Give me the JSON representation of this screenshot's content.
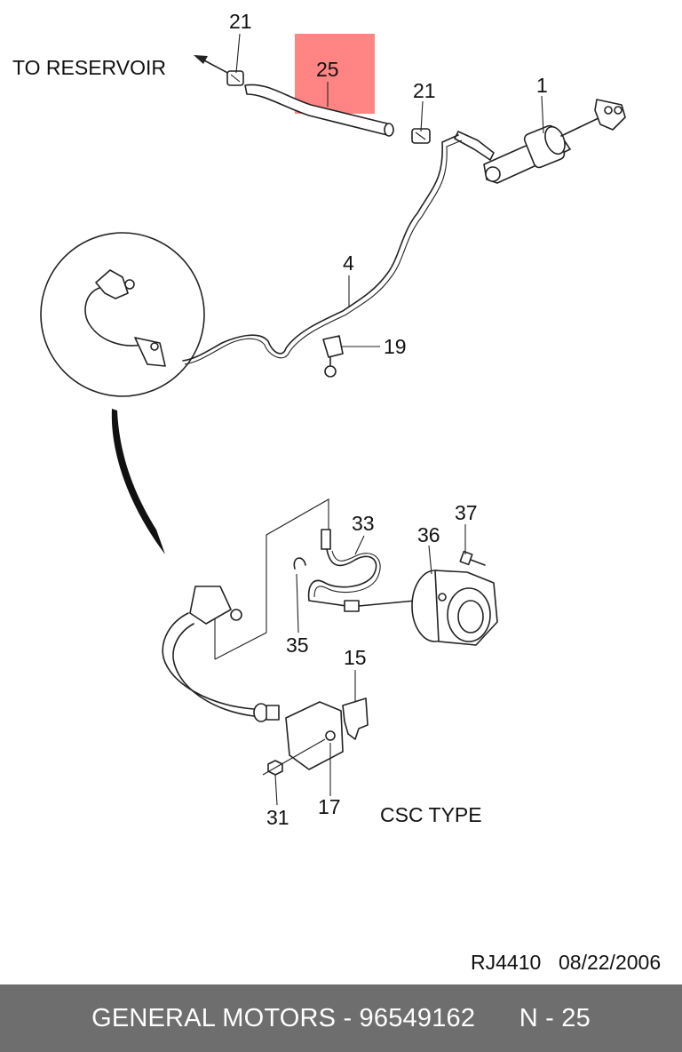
{
  "diagram": {
    "direction_note": "TO RESERVOIR",
    "type_note": "CSC TYPE",
    "drawing_code": "RJ4410",
    "drawing_date": "08/22/2006",
    "highlight_color": "#ff8585",
    "callouts": {
      "c1": "1",
      "c4": "4",
      "c15": "15",
      "c17": "17",
      "c19": "19",
      "c21a": "21",
      "c21b": "21",
      "c25": "25",
      "c31": "31",
      "c33": "33",
      "c35": "35",
      "c36": "36",
      "c37": "37"
    }
  },
  "footer": {
    "title": "GENERAL MOTORS - 96549162",
    "page": "N - 25"
  }
}
